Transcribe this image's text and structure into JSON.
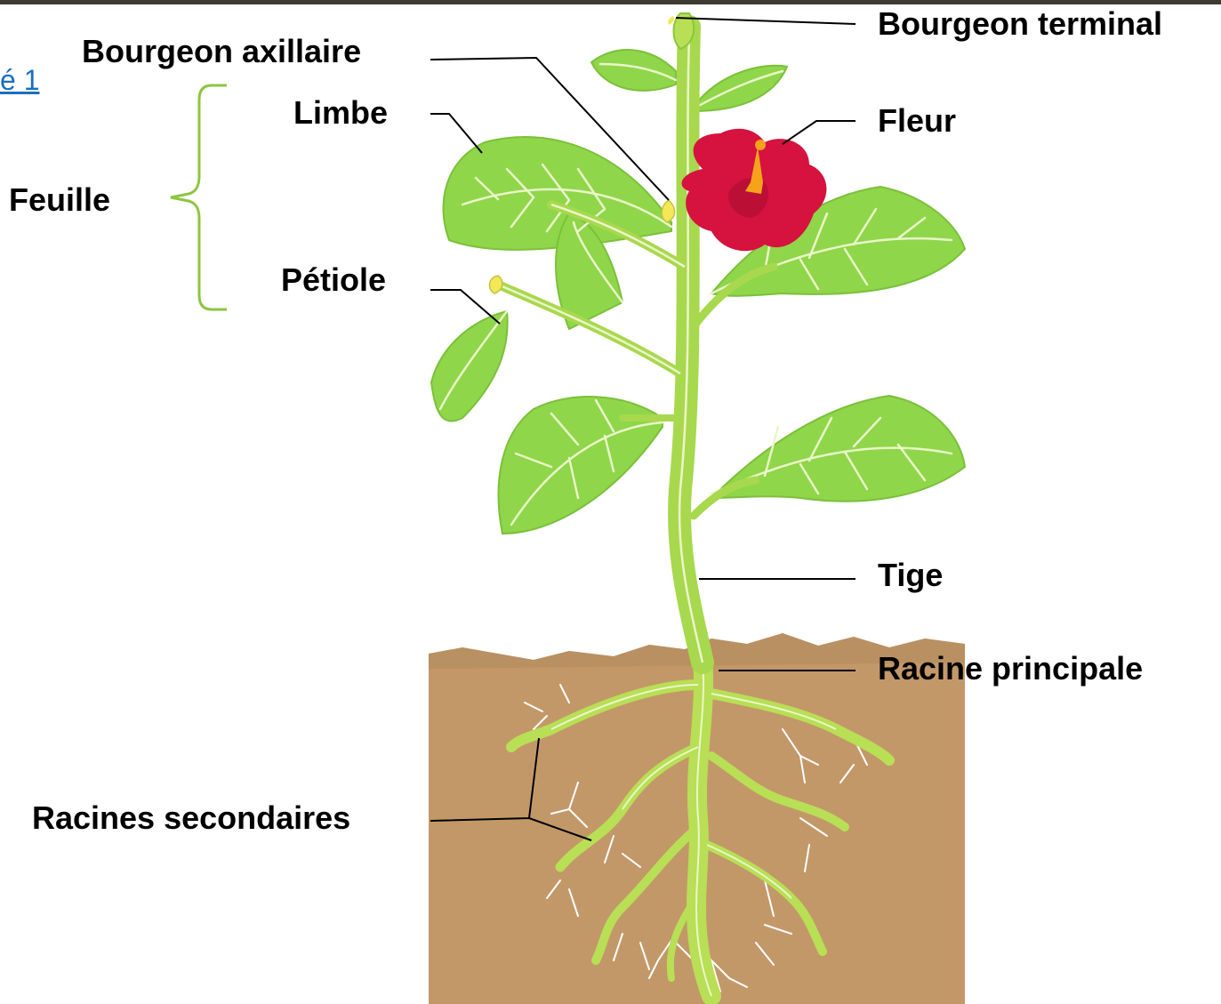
{
  "document": {
    "link_text": "é 1"
  },
  "labels": {
    "bourgeon_terminal": "Bourgeon terminal",
    "bourgeon_axillaire": "Bourgeon axillaire",
    "limbe": "Limbe",
    "fleur": "Fleur",
    "feuille": "Feuille",
    "petiole": "Pétiole",
    "tige": "Tige",
    "racine_principale": "Racine principale",
    "racines_secondaires": "Racines secondaires"
  },
  "colors": {
    "leaf": "#8fd64a",
    "leaf_dark": "#6bb52f",
    "stem": "#a8d84e",
    "vein": "#eaf7c8",
    "flower": "#d6123f",
    "flower_center": "#f7a21b",
    "soil": "#c39868",
    "soil_dark": "#b0875a",
    "brace": "#8cc63f",
    "link": "#1a6fbf"
  }
}
